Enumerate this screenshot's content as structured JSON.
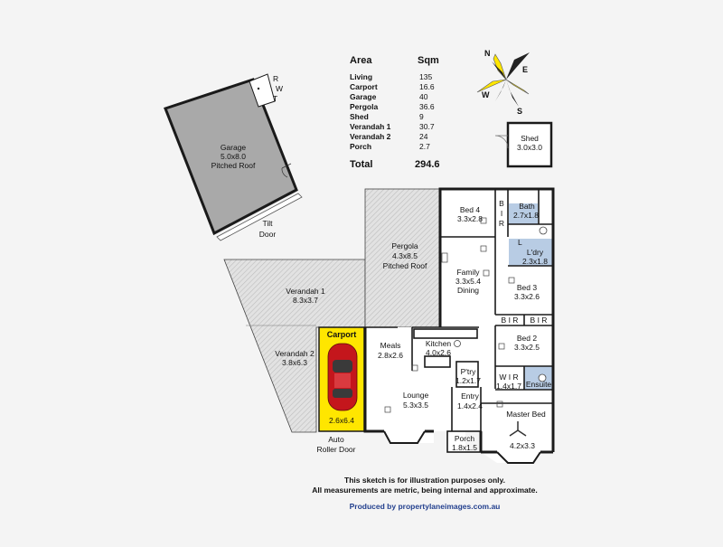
{
  "area_table": {
    "header_area": "Area",
    "header_sqm": "Sqm",
    "rows": [
      {
        "name": "Living",
        "sqm": "135"
      },
      {
        "name": "Carport",
        "sqm": "16.6"
      },
      {
        "name": "Garage",
        "sqm": "40"
      },
      {
        "name": "Pergola",
        "sqm": "36.6"
      },
      {
        "name": "Shed",
        "sqm": "9"
      },
      {
        "name": "Verandah 1",
        "sqm": "30.7"
      },
      {
        "name": "Verandah 2",
        "sqm": "24"
      },
      {
        "name": "Porch",
        "sqm": "2.7"
      }
    ],
    "total_label": "Total",
    "total_value": "294.6"
  },
  "compass": {
    "n": "N",
    "e": "E",
    "s": "S",
    "w": "W"
  },
  "rooms": {
    "garage": {
      "name": "Garage",
      "size": "5.0x8.0",
      "note": "Pitched Roof"
    },
    "rwt": {
      "r": "R",
      "w": "W",
      "t": "T"
    },
    "tilt_door": {
      "line1": "Tilt",
      "line2": "Door"
    },
    "shed": {
      "name": "Shed",
      "size": "3.0x3.0"
    },
    "verandah1": {
      "name": "Verandah 1",
      "size": "8.3x3.7"
    },
    "verandah2": {
      "name": "Verandah 2",
      "size": "3.8x6.3"
    },
    "pergola": {
      "name": "Pergola",
      "size": "4.3x8.5",
      "note": "Pitched Roof"
    },
    "carport": {
      "name": "Carport",
      "size": "2.6x6.4"
    },
    "auto_door": {
      "line1": "Auto",
      "line2": "Roller Door"
    },
    "bed4": {
      "name": "Bed 4",
      "size": "3.3x2.8"
    },
    "bath": {
      "name": "Bath",
      "size": "2.7x1.8"
    },
    "ldry": {
      "name": "L'dry",
      "size": "2.3x1.8"
    },
    "family": {
      "name": "Family",
      "size": "3.3x5.4",
      "note": "Dining"
    },
    "bed3": {
      "name": "Bed 3",
      "size": "3.3x2.6"
    },
    "bir1": "B I R",
    "bir2": "B I R",
    "bir3": "B I R",
    "l_mark": "L",
    "bed2": {
      "name": "Bed 2",
      "size": "3.3x2.5"
    },
    "wir": {
      "name": "W I R",
      "size": "1.4x1.7"
    },
    "ensuite": {
      "name": "Ensuite"
    },
    "meals": {
      "name": "Meals",
      "size": "2.8x2.6"
    },
    "kitchen": {
      "name": "Kitchen",
      "size": "4.0x2.6"
    },
    "pantry": {
      "name": "P'try",
      "size": "1.2x1.7"
    },
    "lounge": {
      "name": "Lounge",
      "size": "5.3x3.5"
    },
    "entry": {
      "name": "Entry",
      "size": "1.4x2.4"
    },
    "master": {
      "name": "Master Bed",
      "size": "4.2x3.3"
    },
    "porch": {
      "name": "Porch",
      "size": "1.8x1.5"
    }
  },
  "disclaimer": {
    "line1": "This sketch is for illustration purposes only.",
    "line2": "All measurements are metric, being internal and approximate."
  },
  "credit": "Produced by propertylaneimages.com.au",
  "colors": {
    "background": "#f4f4f4",
    "garage_fill": "#a9a9a9",
    "hatch": "#c9c9c9",
    "wet_area": "#b8cce4",
    "carport": "#ffe600",
    "car": "#c4161c",
    "credit": "#23408e",
    "wall": "#1a1a1a"
  }
}
